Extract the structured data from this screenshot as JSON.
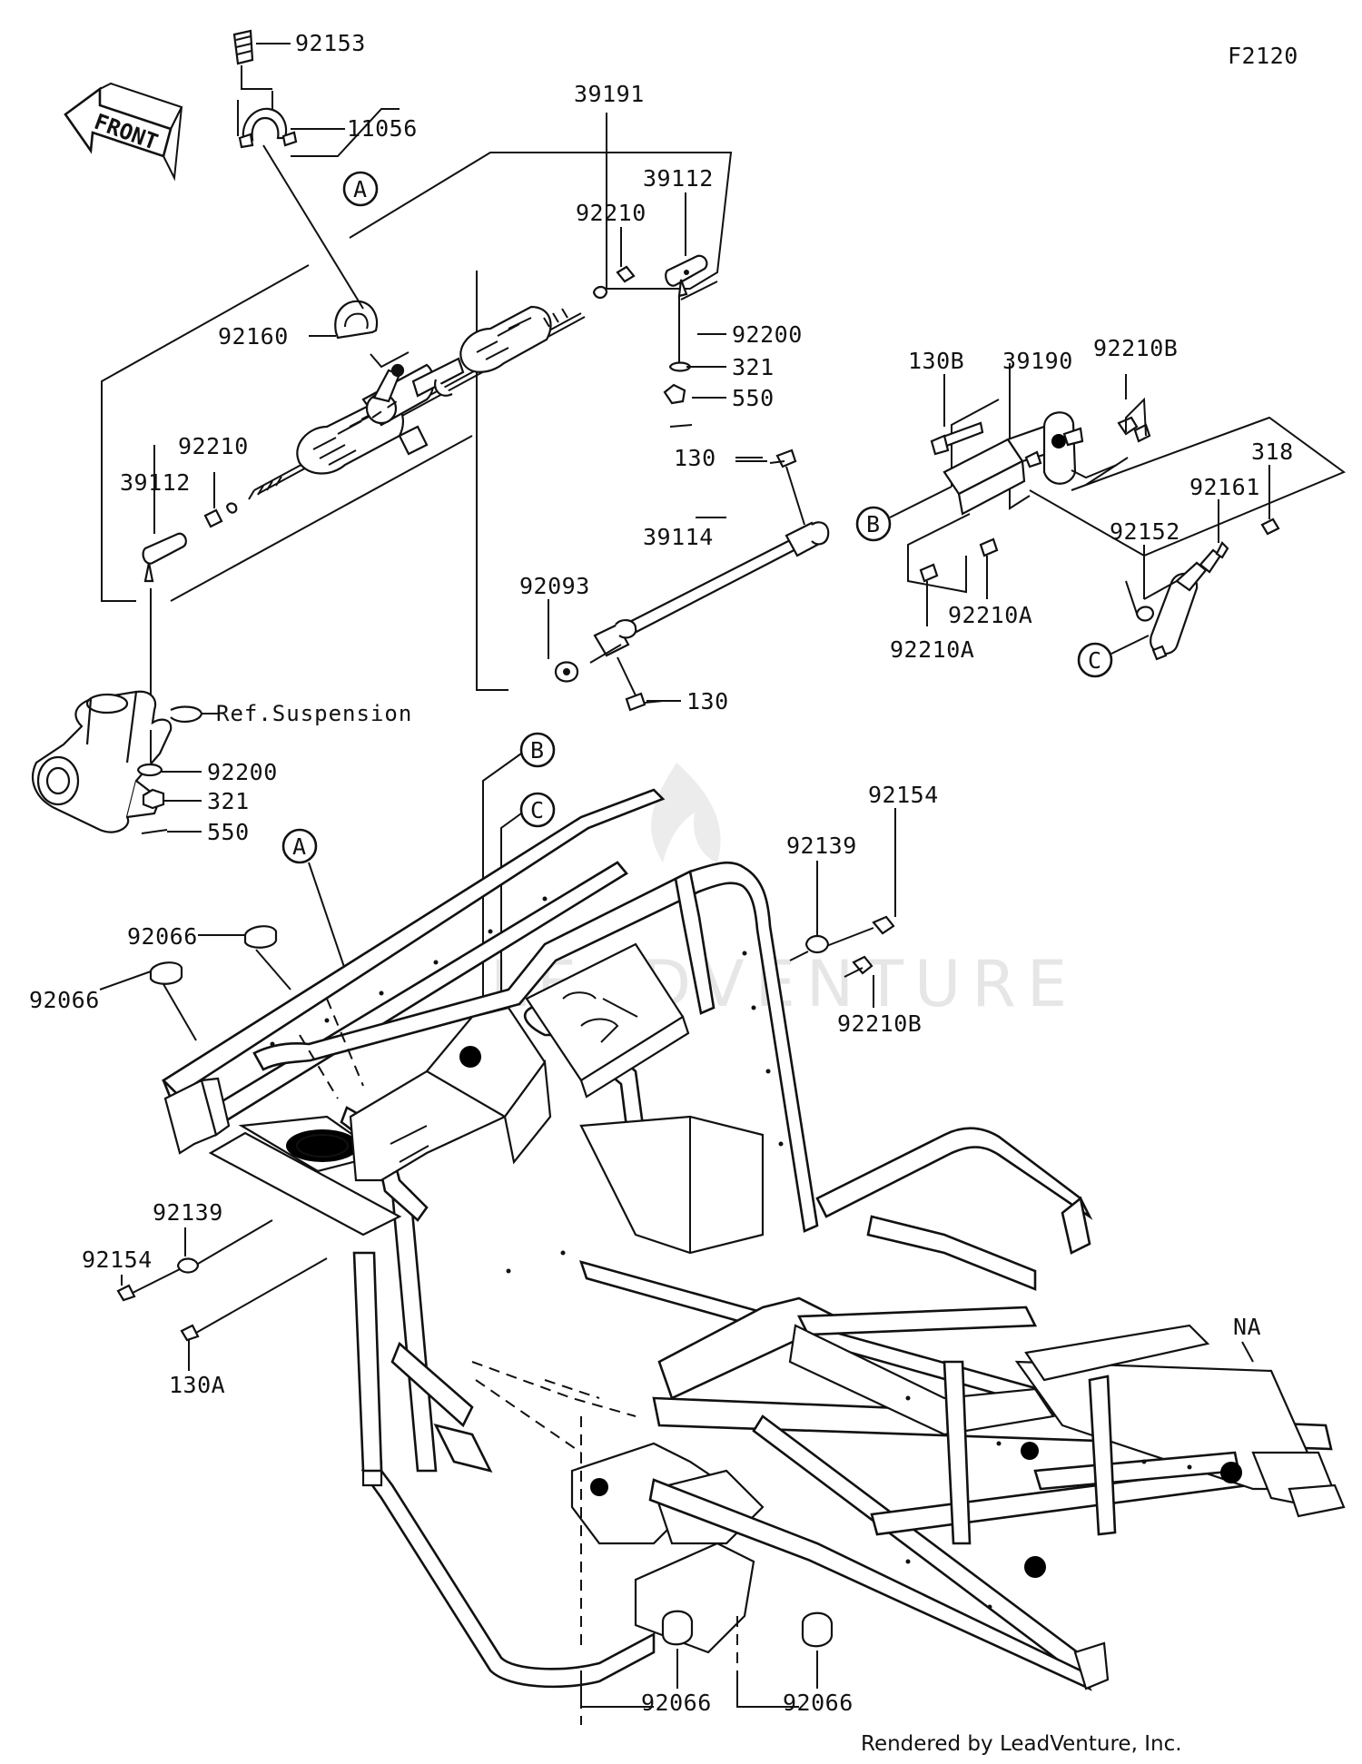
{
  "diagram": {
    "code": "F2120",
    "front_label": "FRONT",
    "credit": "Rendered by LeadVenture, Inc.",
    "watermark": "LEADVENTURE",
    "reference": "Ref.Suspension",
    "callouts": {
      "a": "A",
      "b": "B",
      "c": "C"
    },
    "labels": {
      "p92153": "92153",
      "p11056": "11056",
      "p39191": "39191",
      "p39112_top": "39112",
      "p92210_top": "92210",
      "p92200_top": "92200",
      "p321_top": "321",
      "p550_top": "550",
      "p92160": "92160",
      "p92210_left": "92210",
      "p39112_left": "39112",
      "p92200_left": "92200",
      "p321_left": "321",
      "p550_left": "550",
      "p130_top": "130",
      "p39114": "39114",
      "p92093": "92093",
      "p130_bottom": "130",
      "p130B": "130B",
      "p39190": "39190",
      "p92210B_top": "92210B",
      "p318": "318",
      "p92161": "92161",
      "p92152": "92152",
      "p92210A_1": "92210A",
      "p92210A_2": "92210A",
      "p92154_top": "92154",
      "p92139_top": "92139",
      "p92210B_mid": "92210B",
      "p92066_1": "92066",
      "p92066_2": "92066",
      "p92139_left": "92139",
      "p92154_left": "92154",
      "p130A": "130A",
      "pNA": "NA",
      "p92066_3": "92066",
      "p92066_4": "92066"
    }
  }
}
